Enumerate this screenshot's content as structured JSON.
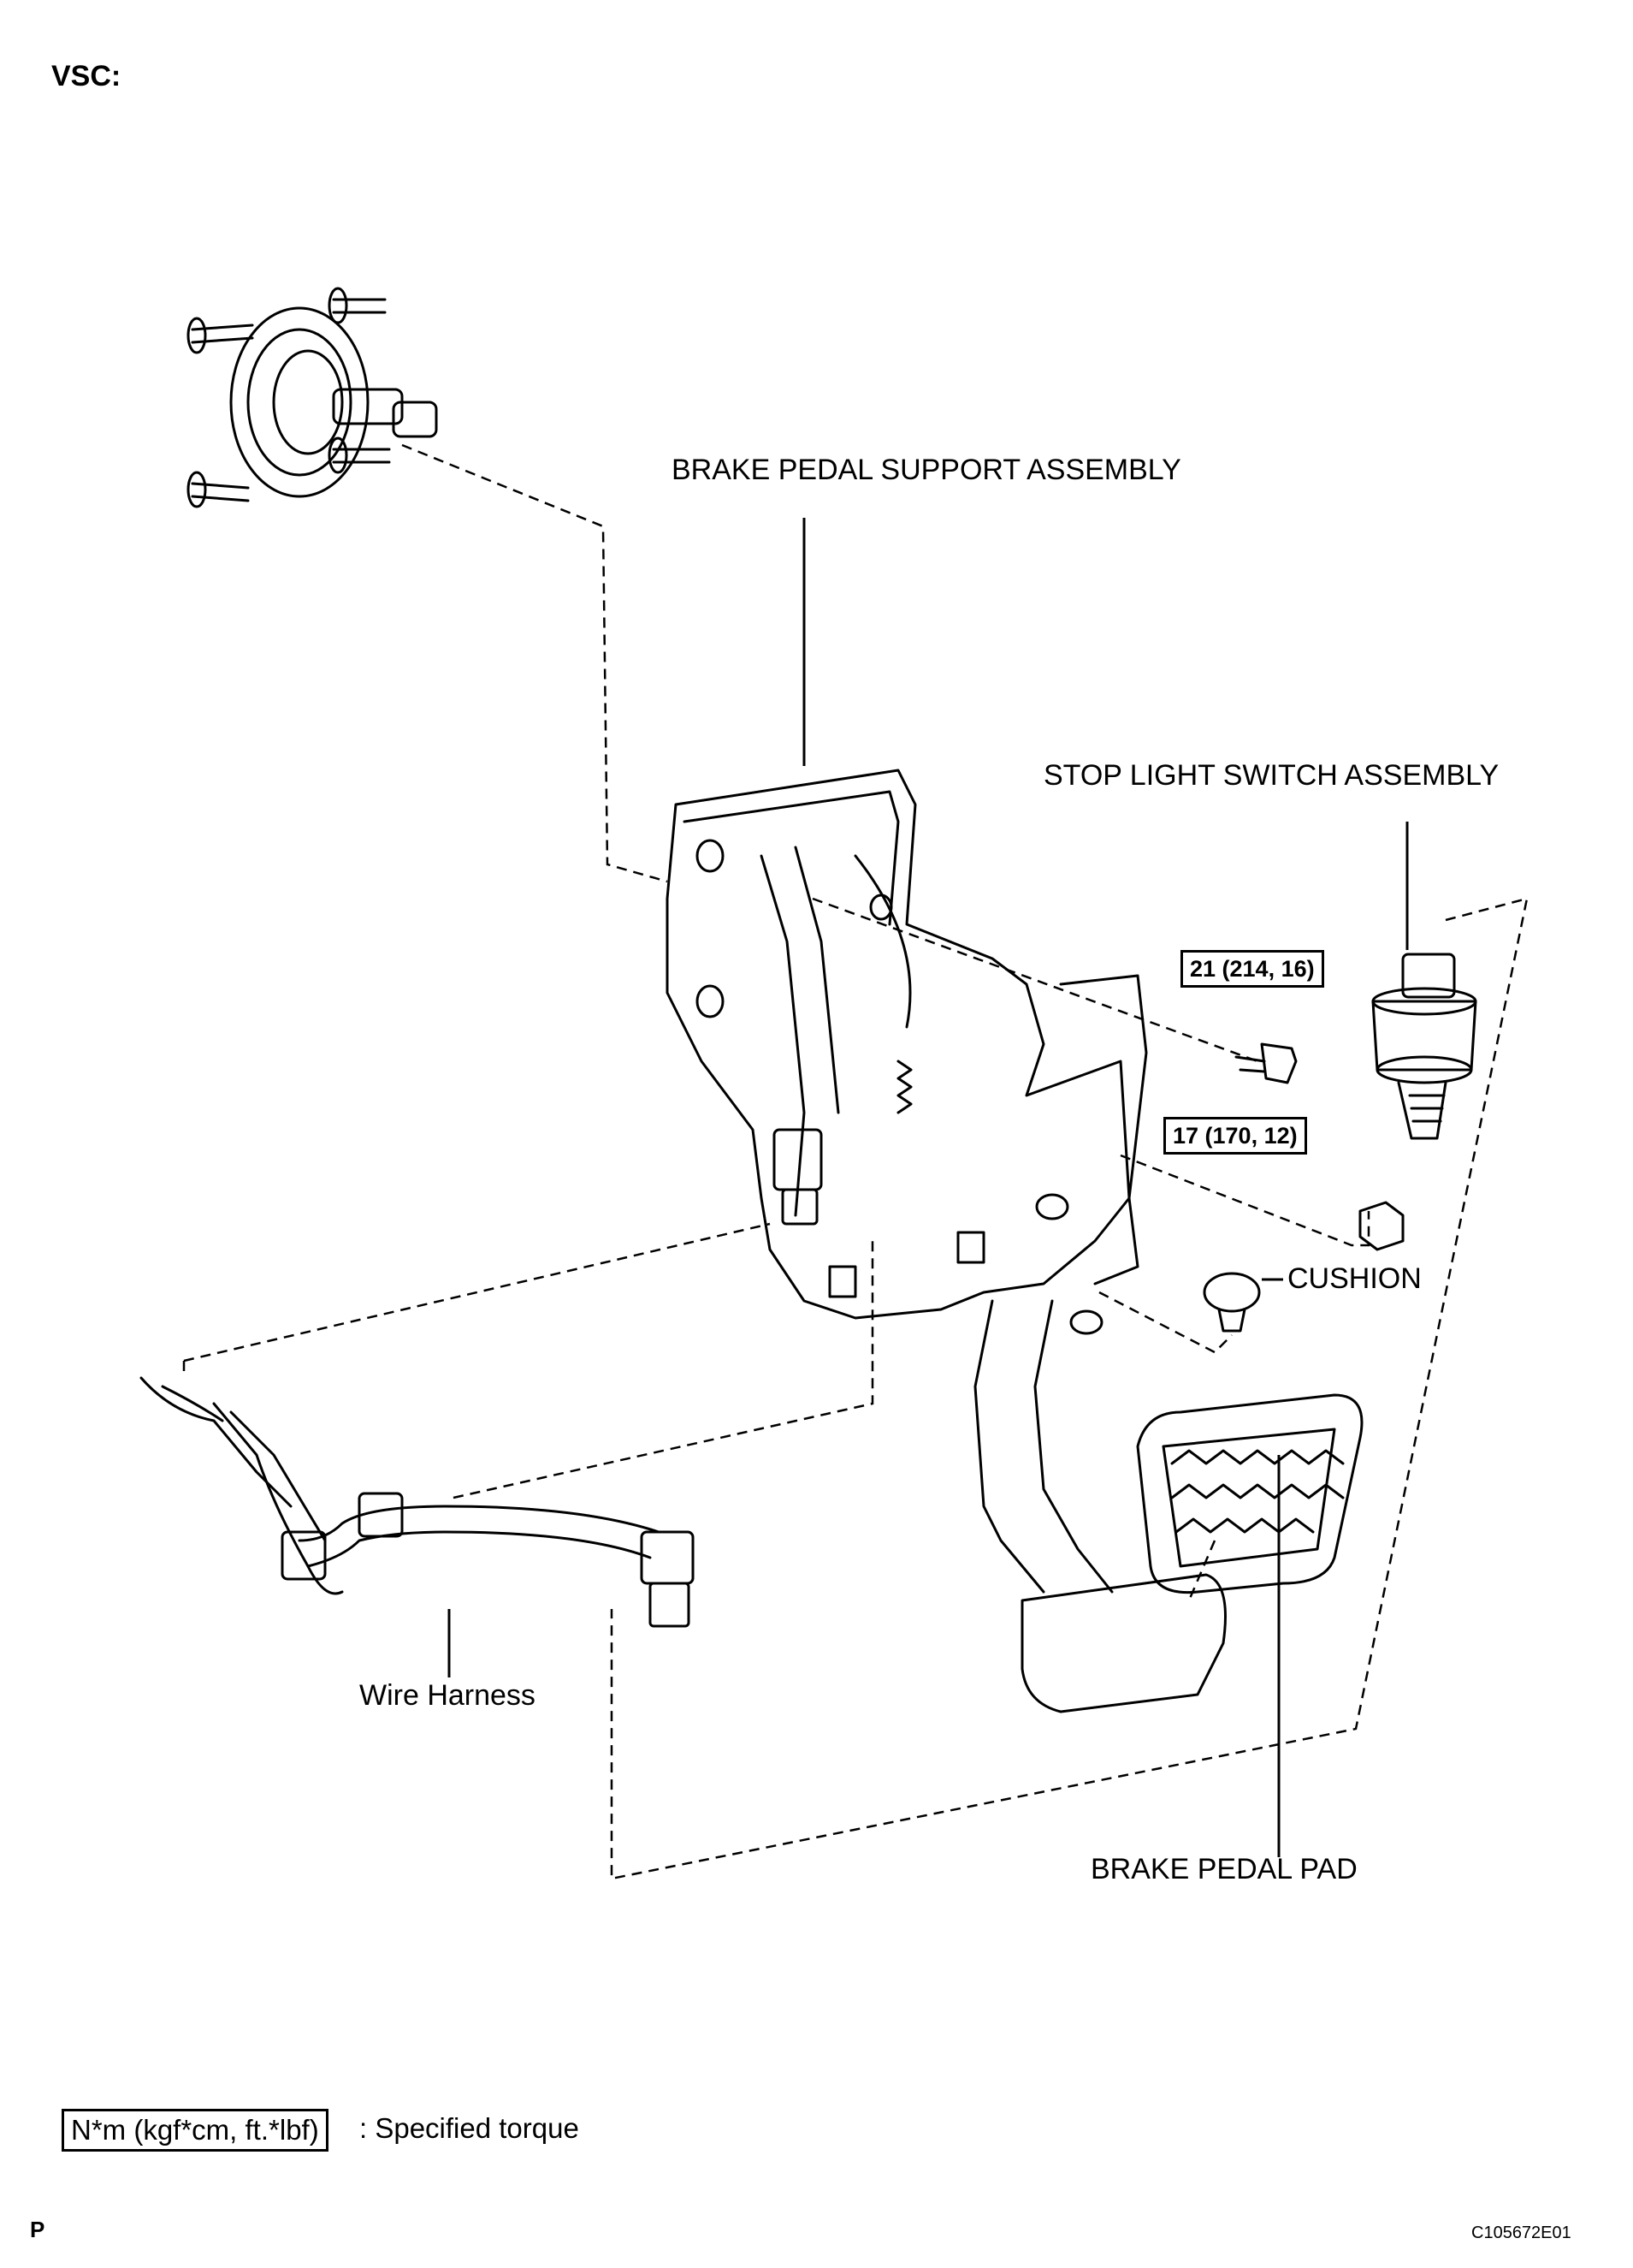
{
  "header": {
    "section_label": "VSC:"
  },
  "labels": {
    "brake_pedal_support": "BRAKE PEDAL SUPPORT ASSEMBLY",
    "stop_light_switch": "STOP LIGHT SWITCH ASSEMBLY",
    "cushion": "CUSHION",
    "wire_harness": "Wire Harness",
    "brake_pedal_pad": "BRAKE PEDAL PAD"
  },
  "torque_specs": {
    "bolt": "21 (214, 16)",
    "nut": "17 (170, 12)"
  },
  "legend": {
    "box_text": "N*m (kgf*cm, ft.*lbf)",
    "description": ": Specified torque"
  },
  "footer": {
    "left_mark": "P",
    "figure_code": "C105672E01"
  }
}
